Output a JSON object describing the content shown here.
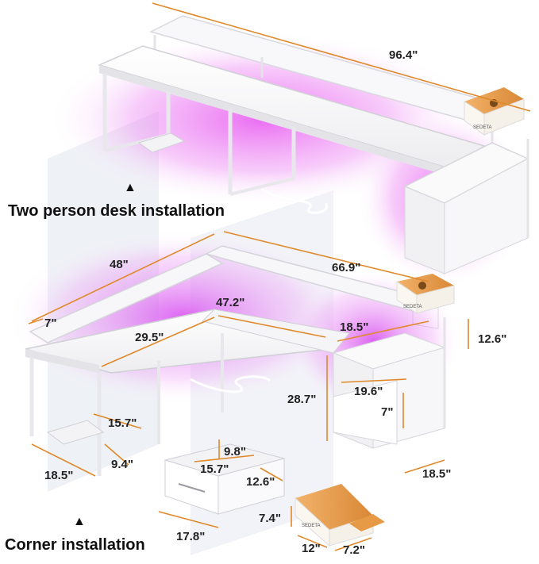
{
  "captions": {
    "top": "Two person desk installation",
    "bottom": "Corner installation"
  },
  "dimensions": {
    "d_96_4": "96.4\"",
    "d_48": "48\"",
    "d_66_9": "66.9\"",
    "d_47_2": "47.2\"",
    "d_7_shelf": "7\"",
    "d_29_5": "29.5\"",
    "d_18_5_top": "18.5\"",
    "d_12_6_right": "12.6\"",
    "d_19_6": "19.6\"",
    "d_7_cab": "7\"",
    "d_28_7": "28.7\"",
    "d_15_7_left": "15.7\"",
    "d_9_4": "9.4\"",
    "d_18_5_left": "18.5\"",
    "d_18_5_right": "18.5\"",
    "d_9_8": "9.8\"",
    "d_15_7_drawer": "15.7\"",
    "d_12_6_drawer": "12.6\"",
    "d_17_8": "17.8\"",
    "d_7_4": "7.4\"",
    "d_12": "12\"",
    "d_7_2": "7.2\""
  },
  "brand_label": "SEDETA",
  "colors": {
    "dimension": "#E0892A",
    "glow": "#E85CF0",
    "desk": "#F6F6F6",
    "frame": "#E6E6EA",
    "text": "#111111"
  },
  "icons": [
    "up-triangle-icon",
    "up-triangle-icon"
  ]
}
